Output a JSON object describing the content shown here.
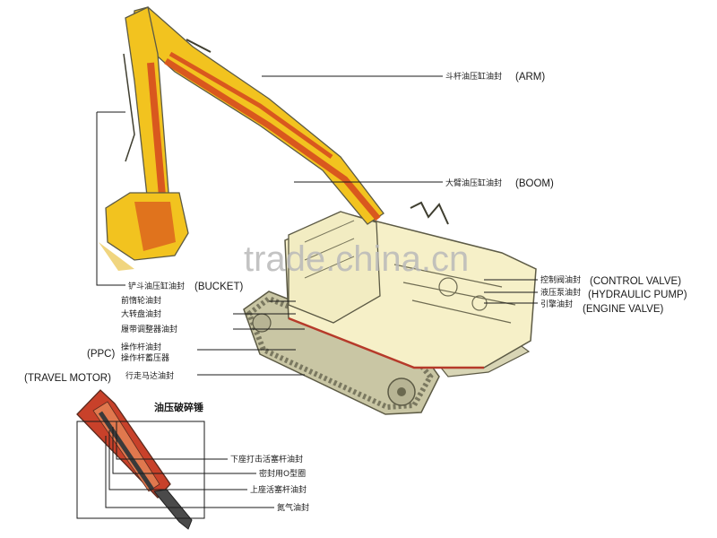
{
  "labels": {
    "arm_cn": "斗杆油压缸油封",
    "arm_en": "(ARM)",
    "boom_cn": "大臂油压缸油封",
    "boom_en": "(BOOM)",
    "bucket_cn": "铲斗油压缸油封",
    "bucket_en": "(BUCKET)",
    "idler_cn": "前惰轮油封",
    "swing_cn": "大转盘油封",
    "track_adjuster_cn": "履带调整器油封",
    "ppc_en": "(PPC)",
    "control_lever_cn": "操作杆油封",
    "control_accumulator_cn": "操作杆蓄压器",
    "travel_motor_en": "(TRAVEL MOTOR)",
    "travel_motor_cn": "行走马达油封",
    "control_valve_cn": "控制阀油封",
    "control_valve_en": "(CONTROL VALVE)",
    "hydraulic_pump_cn": "液压泵油封",
    "hydraulic_pump_en": "(HYDRAULIC PUMP)",
    "engine_cn": "引擎油封",
    "engine_en": "(ENGINE VALVE)"
  },
  "breaker": {
    "title": "油压破碎锤",
    "lower_piston_cn": "下座打击活塞杆油封",
    "o_ring_cn": "密封用O型圈",
    "upper_piston_cn": "上座活塞杆油封",
    "nitrogen_cn": "氮气油封"
  },
  "watermark": "trade.china.cn",
  "colors": {
    "boom_yellow": "#f2c31f",
    "cylinder_orange": "#d9581e",
    "body_cream": "#f6f0c8",
    "track_gray": "#9a9a7a",
    "breaker_red": "#c8412a"
  }
}
